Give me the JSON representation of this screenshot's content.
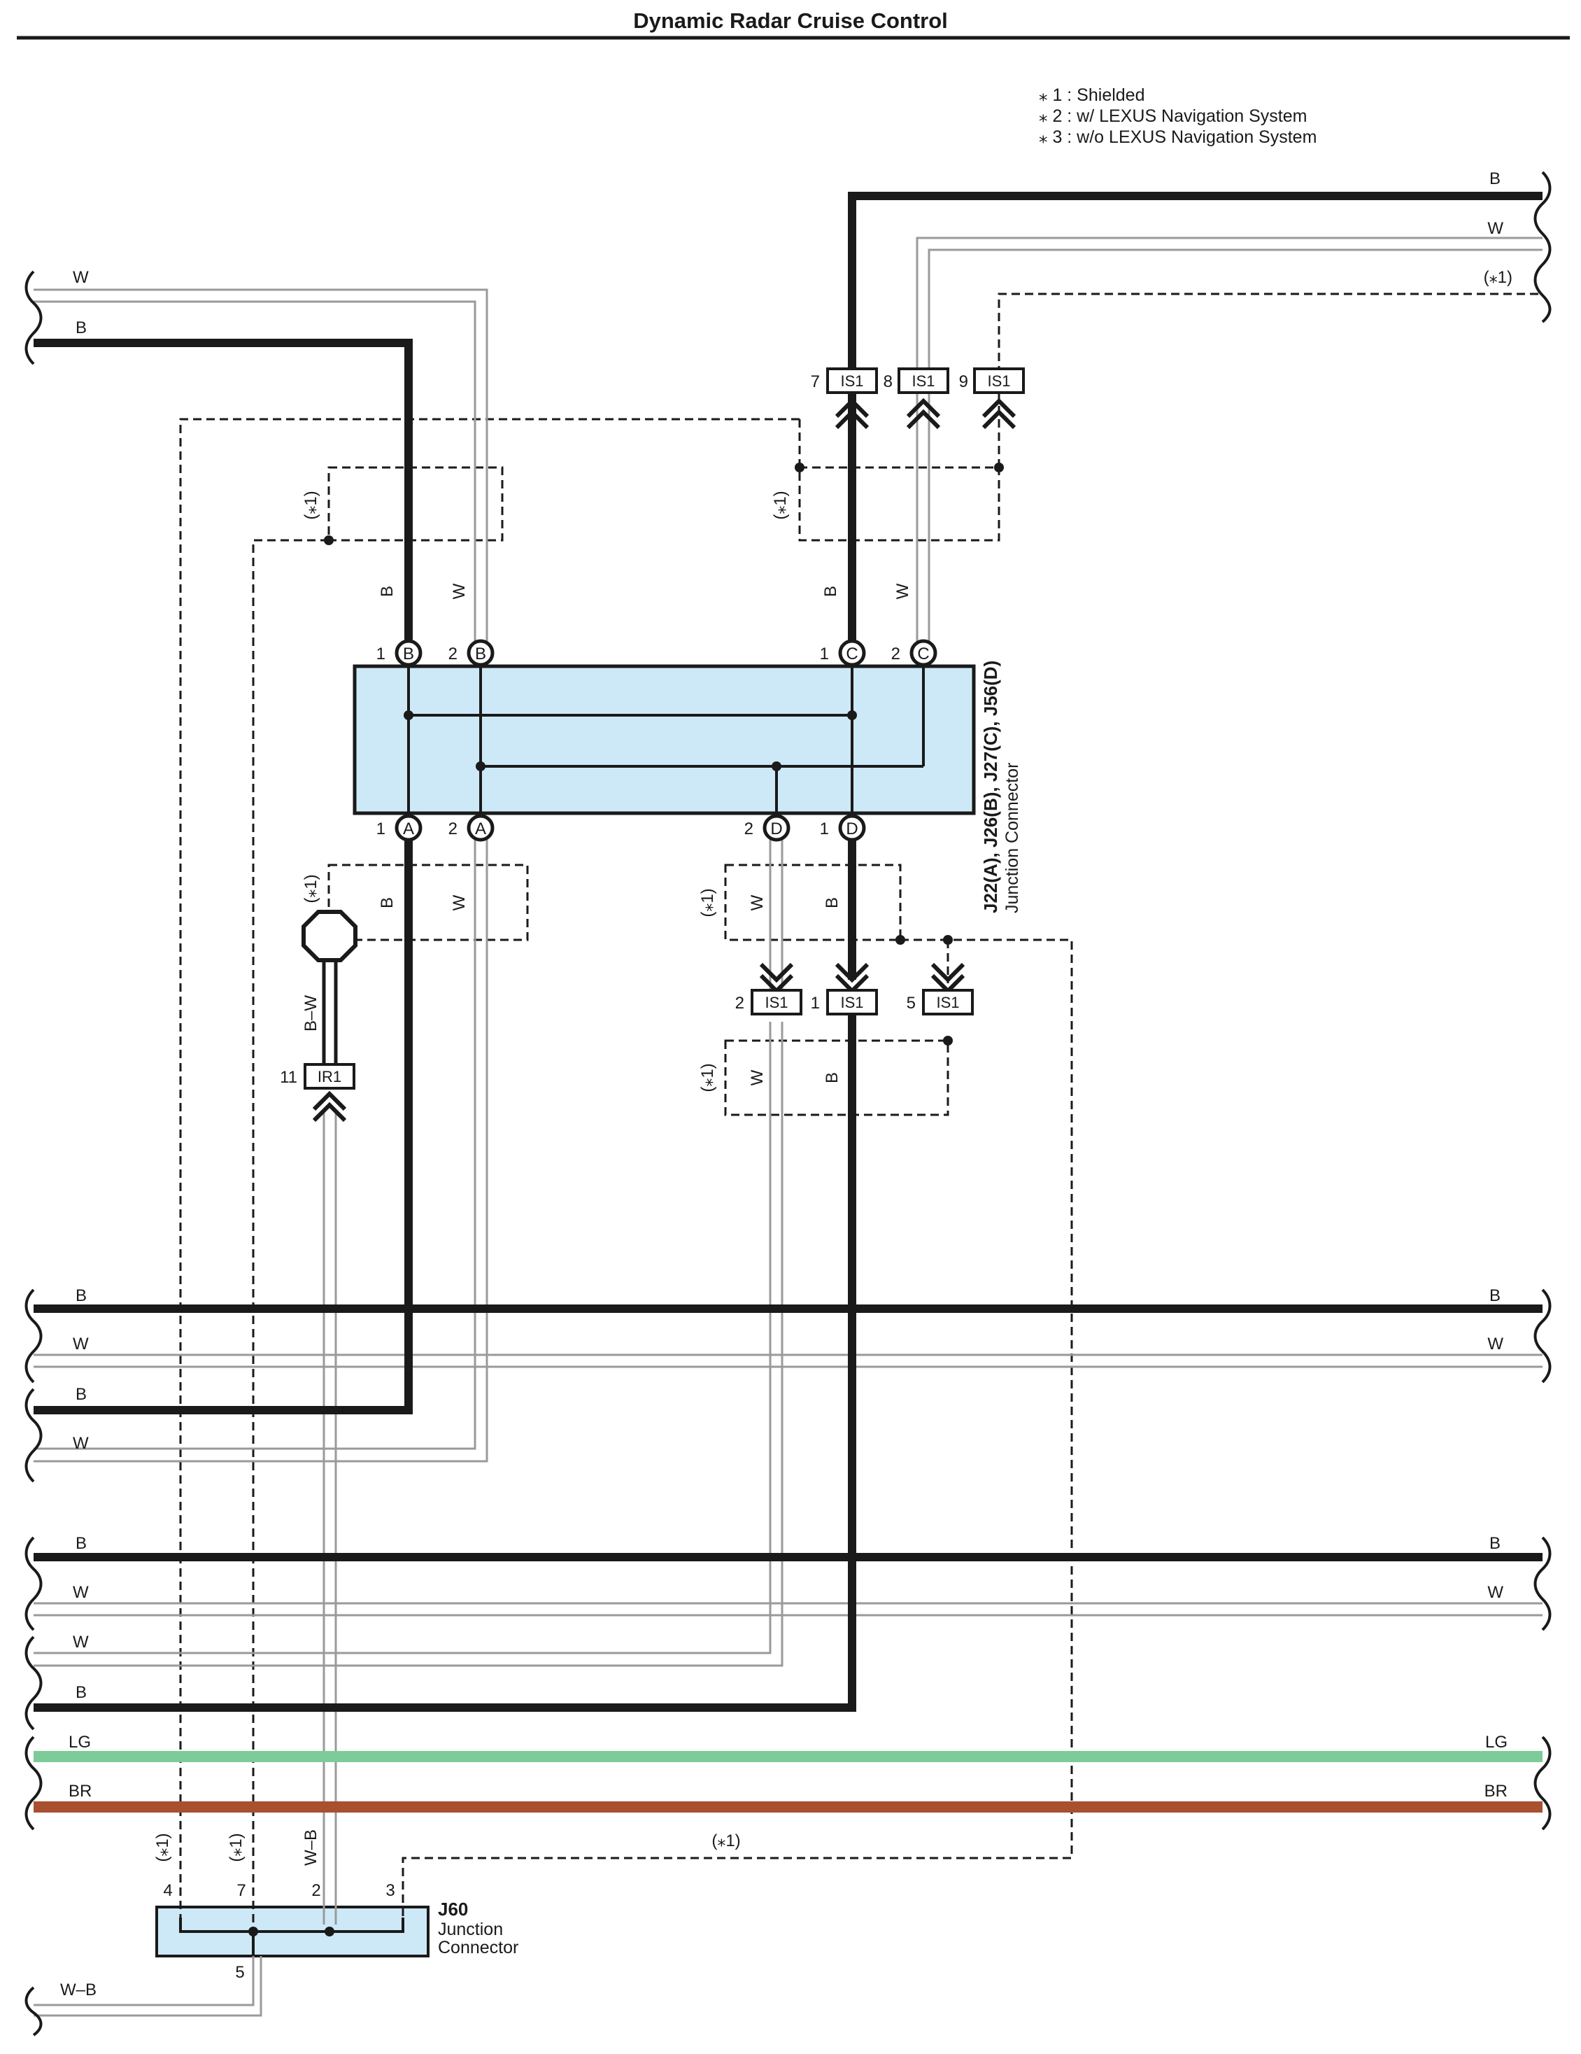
{
  "title": "Dynamic Radar Cruise Control",
  "notes": [
    "⁎ 1 : Shielded",
    "⁎ 2 : w/ LEXUS Navigation System",
    "⁎ 3 : w/o LEXUS Navigation System"
  ],
  "shield": "(⁎1)",
  "wires": {
    "B": "B",
    "W": "W",
    "BW": "B–W",
    "WB": "W–B",
    "LG": "LG",
    "BR": "BR"
  },
  "colors": {
    "black_wire": "#1a1a1a",
    "white_wire": "#9a9a9a",
    "light_green": "#7ecb9a",
    "brown": "#a9502f",
    "connector_fill": "#cde9f7"
  },
  "junction_connector": {
    "ids": "J22(A), J26(B), J27(C), J56(D)",
    "name": "Junction Connector",
    "pins": {
      "b1": "1",
      "b2": "2",
      "c1": "1",
      "c2": "2",
      "a1": "1",
      "a2": "2",
      "d2": "2",
      "d1": "1",
      "letter_a": "A",
      "letter_b": "B",
      "letter_c": "C",
      "letter_d": "D"
    }
  },
  "j60": {
    "id": "J60",
    "name_line1": "Junction",
    "name_line2": "Connector",
    "pins": {
      "p4": "4",
      "p7": "7",
      "p2": "2",
      "p3": "3",
      "p5": "5"
    }
  },
  "inline_connectors": {
    "is1_7": {
      "num": "7",
      "name": "IS1"
    },
    "is1_8": {
      "num": "8",
      "name": "IS1"
    },
    "is1_9": {
      "num": "9",
      "name": "IS1"
    },
    "is1_2": {
      "num": "2",
      "name": "IS1"
    },
    "is1_1": {
      "num": "1",
      "name": "IS1"
    },
    "is1_5": {
      "num": "5",
      "name": "IS1"
    },
    "ir1_11": {
      "num": "11",
      "name": "IR1"
    }
  }
}
